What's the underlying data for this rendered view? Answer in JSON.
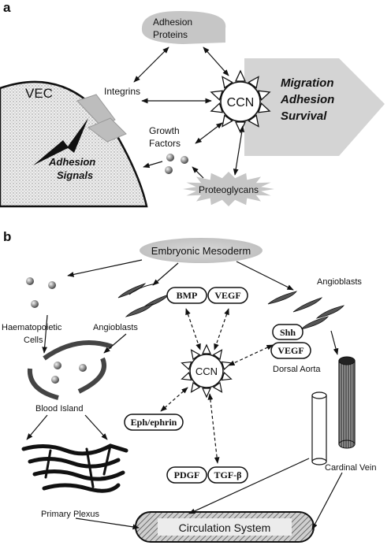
{
  "panel_a": {
    "panel_letter": "a",
    "adhesion_proteins": [
      "Adhesion",
      "Proteins"
    ],
    "vec": "VEC",
    "integrins": "Integrins",
    "ccn": "CCN",
    "outcomes": [
      "Migration",
      "Adhesion",
      "Survival"
    ],
    "growth_factors": [
      "Growth",
      "Factors"
    ],
    "adhesion_signals": [
      "Adhesion",
      "Signals"
    ],
    "proteoglycans": "Proteoglycans"
  },
  "panel_b": {
    "panel_letter": "b",
    "embryonic_mesoderm": "Embryonic Mesoderm",
    "angioblasts_right": "Angioblasts",
    "haematopoietic_cells": [
      "Haematopoietic",
      "Cells"
    ],
    "angioblasts_left": "Angioblasts",
    "bmp": "BMP",
    "vegf_top": "VEGF",
    "shh": "Shh",
    "vegf_right": "VEGF",
    "dorsal_aorta": "Dorsal Aorta",
    "ccn": "CCN",
    "blood_island": "Blood Island",
    "eph_ephrin": "Eph/ephrin",
    "cardinal_vein": "Cardinal Vein",
    "pdgf": "PDGF",
    "tgf_beta": "TGF-β",
    "primary_plexus": "Primary Plexus",
    "circulation_system": "Circulation System"
  },
  "colors": {
    "gray_light": "#d4d4d4",
    "gray_mid": "#bcbcbc",
    "gray_dark": "#8a8a8a",
    "ink": "#111111"
  }
}
